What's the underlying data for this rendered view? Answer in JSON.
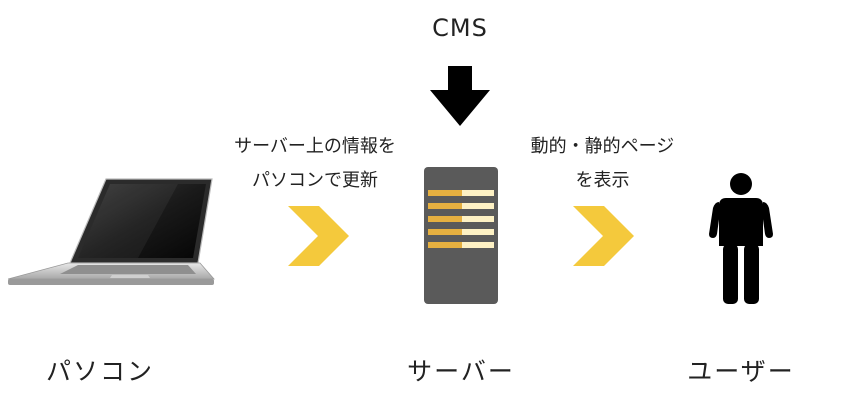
{
  "diagram": {
    "top_label": "CMS",
    "left_arrow_caption": {
      "line1": "サーバー上の情報を",
      "line2": "パソコンで更新"
    },
    "right_arrow_caption": {
      "line1": "動的・静的ページ",
      "line2": "を表示"
    },
    "nodes": {
      "pc_label": "パソコン",
      "server_label": "サーバー",
      "user_label": "ユーザー"
    },
    "colors": {
      "arrow_yellow": "#F4C93C",
      "server_body": "#5A5A5A",
      "server_stripe_light": "#FDF1C4",
      "server_stripe_gold": "#E6B040",
      "figure": "#000000"
    }
  }
}
